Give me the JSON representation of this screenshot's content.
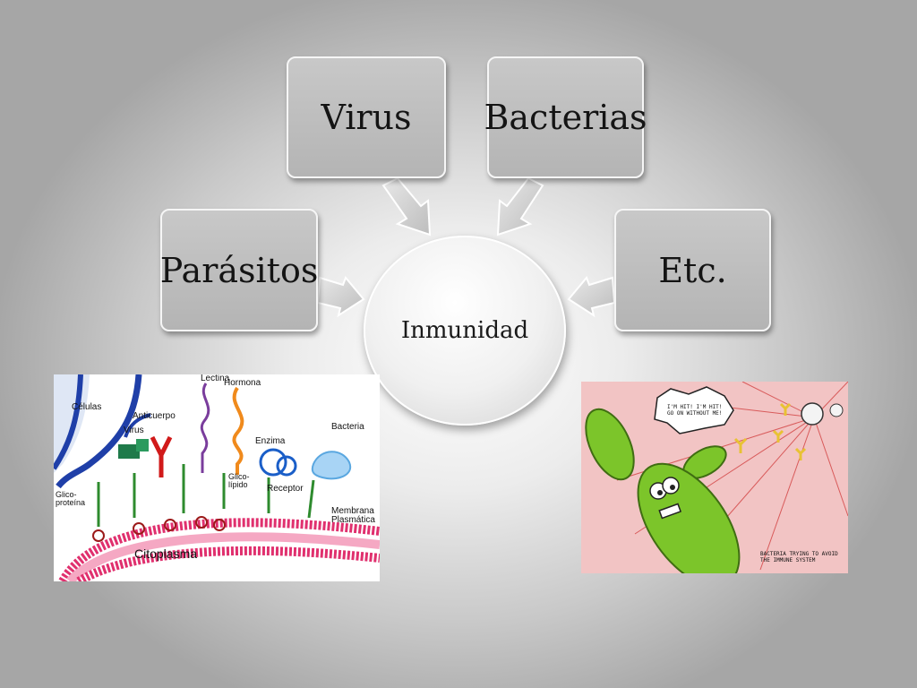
{
  "diagram": {
    "center": "Inmunidad",
    "boxes": {
      "virus": "Virus",
      "bacterias": "Bacterias",
      "parasitos": "Parásitos",
      "etc": "Etc."
    }
  },
  "cell_illustration": {
    "labels": {
      "celulas": "Células",
      "virus": "Virus",
      "anticuerpo": "Anticuerpo",
      "lectina": "Lectina",
      "hormona": "Hormona",
      "enzima": "Enzima",
      "bacteria": "Bacteria",
      "glicolipido": "Glico-\nlípido",
      "receptor": "Receptor",
      "glicoproteina": "Glico-\nproteína",
      "membrana": "Membrana\nPlasmática",
      "citoplasma": "Citoplasma"
    }
  },
  "cartoon": {
    "speech": "I'M HIT! I'M HIT!\nGO ON WITHOUT ME!",
    "caption": "BACTERIA TRYING TO AVOID\nTHE IMMUNE SYSTEM"
  },
  "colors": {
    "box_fill": "#b4b4b4",
    "membrane": "#e0306e",
    "bacteria_green": "#7cc52a",
    "cartoon_bg": "#f2c4c4"
  }
}
